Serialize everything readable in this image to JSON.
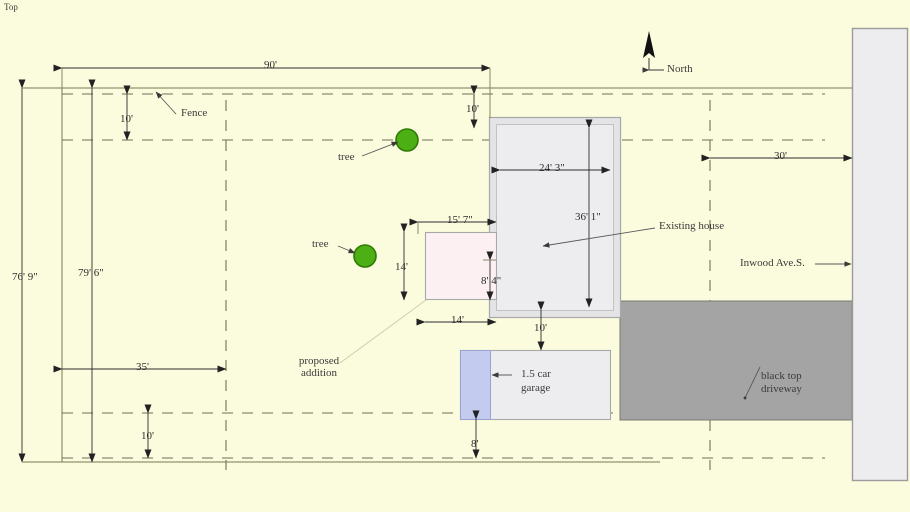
{
  "drawing": {
    "view_label": "Top",
    "background_color": "#fbfbdd",
    "north": {
      "label": "North"
    }
  },
  "labels": {
    "fence": "Fence",
    "tree_upper": "tree",
    "tree_lower": "tree",
    "existing_house": "Existing house",
    "proposed_addition_line1": "proposed",
    "proposed_addition_line2": "addition",
    "garage_line1": "1.5 car",
    "garage_line2": "garage",
    "street": "Inwood Ave.S.",
    "driveway_line1": "black top",
    "driveway_line2": "driveway"
  },
  "dimensions": {
    "lot_width_top": "90'",
    "lot_depth_outer": "76' 9\"",
    "lot_depth_inner": "79' 6\"",
    "setback_top_left": "10'",
    "setback_top_right": "10'",
    "setback_bottom_left": "10'",
    "yard_width": "35'",
    "street_offset": "30'",
    "house_width": "24' 3\"",
    "house_depth": "36' 1\"",
    "addition_offset": "15' 7\"",
    "addition_depth": "14'",
    "addition_width": "14'",
    "addition_to_house": "8' 4\"",
    "house_to_garage": "10'",
    "garage_setback": "8'"
  },
  "colors": {
    "background": "#fbfbdd",
    "house_fill": "#ededf0",
    "house_border": "#b2b2b2",
    "addition_fill": "#fdf0f3",
    "garage_fill": "#ededf0",
    "garage_door_fill": "#c3cbef",
    "driveway_fill": "#a4a4a4",
    "street_fill": "#ededf0",
    "tree_fill": "#4caf14",
    "tree_stroke": "#2e7a06",
    "line": "#555555"
  }
}
